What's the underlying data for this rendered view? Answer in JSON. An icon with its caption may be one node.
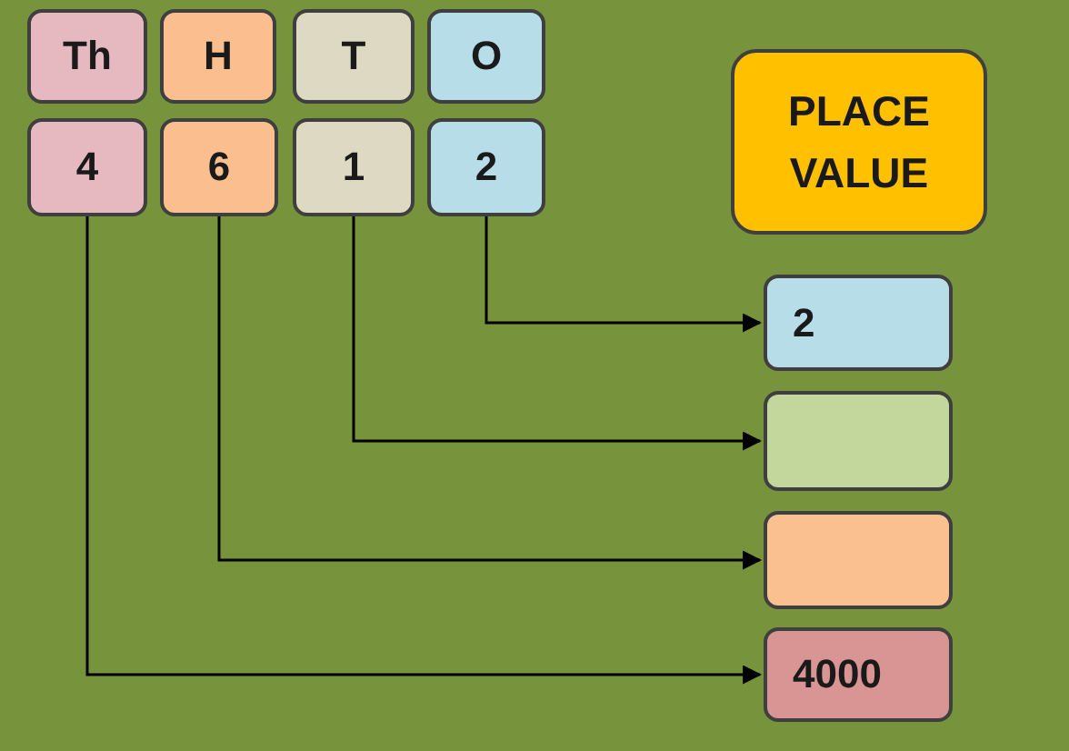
{
  "diagram": {
    "nodes": [
      {
        "text": [
          "Th"
        ]
      },
      {
        "text": [
          "H"
        ]
      },
      {
        "text": [
          "T"
        ]
      },
      {
        "text": [
          "O"
        ]
      },
      {
        "text": [
          "4"
        ]
      },
      {
        "text": [
          "6"
        ]
      },
      {
        "text": [
          "1"
        ]
      },
      {
        "text": [
          "2"
        ]
      },
      {
        "text": [
          "PLACE VALUE"
        ]
      },
      {
        "text": [
          "2"
        ]
      },
      {
        "text": [],
        "shape": "box"
      },
      {
        "text": [],
        "shape": "box"
      },
      {
        "text": [
          "4000"
        ]
      }
    ],
    "edges": [
      {
        "from": 7,
        "to": 9,
        "arrow": "to"
      },
      {
        "from": 6,
        "to": 10,
        "arrow": "to"
      },
      {
        "from": 5,
        "to": 11,
        "arrow": "to"
      },
      {
        "from": 4,
        "to": 12,
        "arrow": "to"
      }
    ]
  }
}
